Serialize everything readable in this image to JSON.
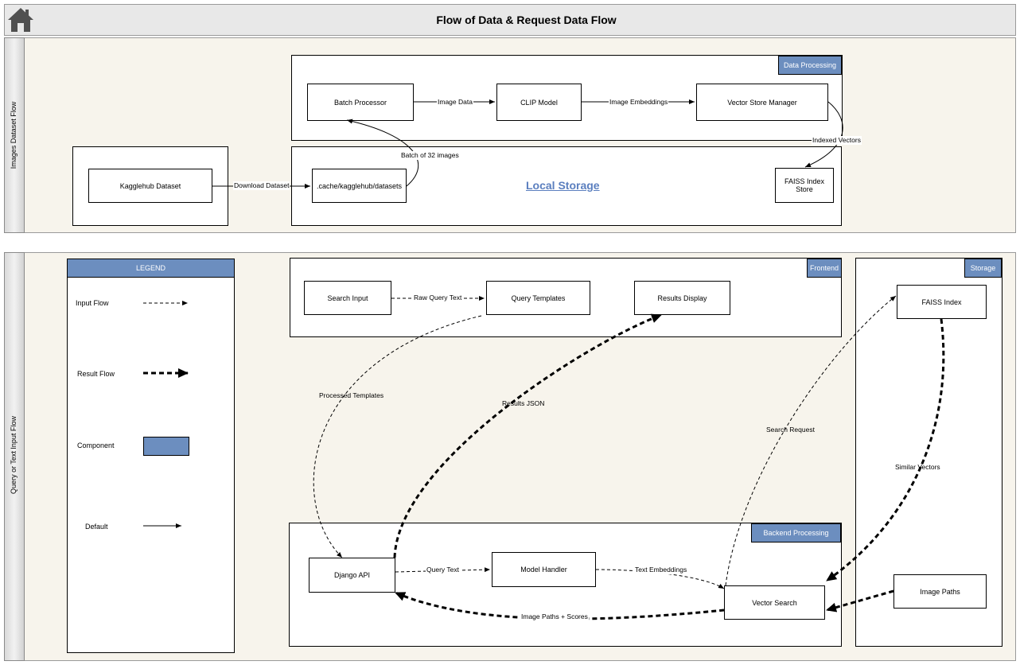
{
  "title": "Flow of Data & Request Data Flow",
  "home_icon": "home-icon",
  "lanes": {
    "images": "Images Dataset Flow",
    "query": "Query or Text Input Flow"
  },
  "groups": {
    "data_processing": "Data Processing",
    "local_storage": "Local Storage",
    "frontend": "Frontend",
    "storage": "Storage",
    "backend_processing": "Backend Processing"
  },
  "nodes": {
    "batch_processor": "Batch Processor",
    "clip_model": "CLIP Model",
    "vector_store_manager": "Vector Store Manager",
    "kagglehub_dataset": "Kagglehub Dataset",
    "cache_datasets": ".cache/kagglehub/datasets",
    "faiss_index_store": "FAISS Index Store",
    "search_input": "Search Input",
    "query_templates": "Query Templates",
    "results_display": "Results Display",
    "faiss_index": "FAISS Index",
    "django_api": "Django API",
    "model_handler": "Model Handler",
    "vector_search": "Vector Search",
    "image_paths": "Image Paths"
  },
  "edges": {
    "image_data": "Image Data",
    "image_embeddings": "Image Embeddings",
    "indexed_vectors": "Indexed Vectors",
    "batch_of_32": "Batch of 32 images",
    "download_dataset": "Download Dataset",
    "raw_query_text": "Raw Query Text",
    "processed_templates": "Processed Templates",
    "results_json": "Results JSON",
    "search_request": "Search Request",
    "similar_vectors": "Similar Vectors",
    "query_text": "Query Text",
    "text_embeddings": "Text Embeddings",
    "image_paths_scores": "Image Paths + Scores"
  },
  "legend": {
    "title": "LEGEND",
    "input_flow": "Input Flow",
    "result_flow": "Result Flow",
    "component": "Component",
    "default": "Default"
  },
  "colors": {
    "accent": "#6c8ebf",
    "lane_bg": "#f7f4ec",
    "local_storage_text": "#5b7fbf"
  }
}
